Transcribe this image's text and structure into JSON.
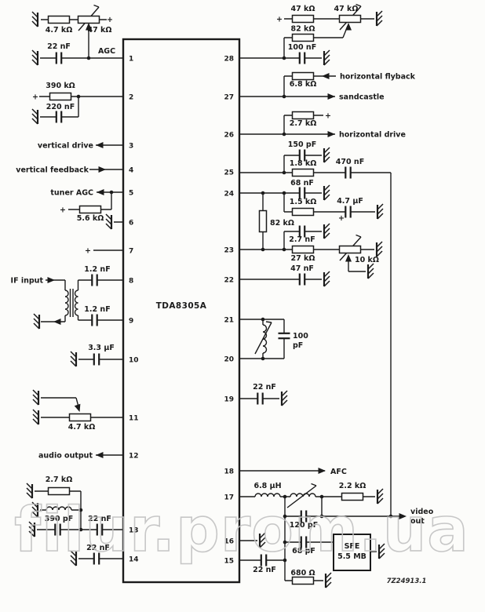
{
  "ic": {
    "name": "TDA8305A"
  },
  "doc_ref": "7Z24913.1",
  "watermark": "filur.prom.ua",
  "pins": {
    "left": [
      "1",
      "2",
      "3",
      "4",
      "5",
      "6",
      "7",
      "8",
      "9",
      "10",
      "11",
      "12",
      "13",
      "14"
    ],
    "right": [
      "28",
      "27",
      "26",
      "25",
      "24",
      "23",
      "22",
      "21",
      "20",
      "19",
      "18",
      "17",
      "16",
      "15"
    ]
  },
  "labels": {
    "plus": "+",
    "agc": "AGC",
    "r_agc": "4.7 kΩ",
    "pot_agc": "47 kΩ",
    "c_agc": "22 nF",
    "r_pin2": "390 kΩ",
    "c_pin2": "220 nF",
    "vertical_drive": "vertical drive",
    "vertical_feedback": "vertical feedback",
    "tuner_agc": "tuner AGC",
    "r_tuner_agc": "5.6 kΩ",
    "c_pin8": "1.2 nF",
    "if_input": "IF input",
    "c_pin9": "1.2 nF",
    "c_pin10": "3.3 μF",
    "pot_pin11": "4.7 kΩ",
    "audio_output": "audio output",
    "r_pin13": "2.7 kΩ",
    "c_390": "390 pF",
    "c_pin13": "22 nF",
    "c_pin14": "22 nF",
    "r_47k": "47 kΩ",
    "pot_47k": "47 kΩ",
    "r_82k": "82 kΩ",
    "c_100n": "100 nF",
    "r_68k": "6.8 kΩ",
    "horizontal_flyback": "horizontal flyback",
    "sandcastle": "sandcastle",
    "r_27k_top": "2.7 kΩ",
    "horizontal_drive": "horizontal drive",
    "c_150p": "150 pF",
    "r_18k": "1.8 kΩ",
    "c_470n": "470 nF",
    "c_68n": "68 nF",
    "r_15k": "1.5 kΩ",
    "c_47u": "4.7 μF",
    "r_82k_v": "82 kΩ",
    "c_27n": "2.7 nF",
    "r_27k": "27 kΩ",
    "pot_10k": "10 kΩ",
    "c_47n": "47 nF",
    "c_tank_val": "100",
    "c_tank_unit": "pF",
    "c_pin19": "22 nF",
    "afc": "AFC",
    "l_68u": "6.8 μH",
    "r_22k": "2.2 kΩ",
    "video1": "video",
    "video2": "out",
    "c_120p": "120 pF",
    "c_68p": "68 pF",
    "sfe1": "SFE",
    "sfe2": "5.5 MB",
    "c_pin15": "22 nF",
    "r_680": "680 Ω"
  }
}
